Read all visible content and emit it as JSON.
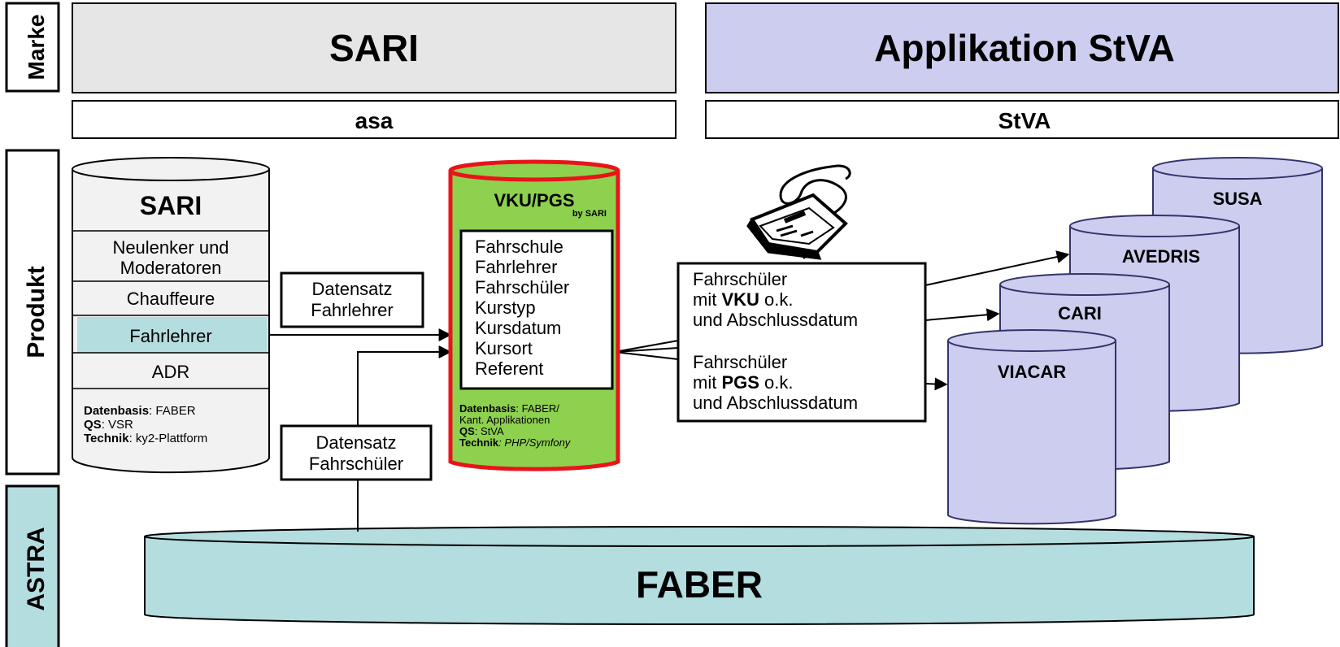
{
  "side_labels": {
    "marke": "Marke",
    "produkt": "Produkt",
    "astra": "ASTRA"
  },
  "header": {
    "sari_title": "SARI",
    "applikation_title": "Applikation StVA",
    "asa": "asa",
    "stva": "StVA"
  },
  "sari_db": {
    "title": "SARI",
    "rows": [
      "Neulenker und",
      "Moderatoren",
      "Chauffeure",
      "Fahrlehrer",
      "ADR"
    ],
    "info": [
      {
        "key": "Datenbasis",
        "val": ": FABER"
      },
      {
        "key": "QS",
        "val": ": VSR"
      },
      {
        "key": "Technik",
        "val": ": ky2-Plattform"
      }
    ]
  },
  "datensatz_fahrlehrer": [
    "Datensatz",
    "Fahrlehrer"
  ],
  "datensatz_fahrschueler": [
    "Datensatz",
    "Fahrschüler"
  ],
  "vku": {
    "title": "VKU/PGS",
    "subtitle": "by SARI",
    "fields": [
      "Fahrschule",
      "Fahrlehrer",
      "Fahrschüler",
      "Kurstyp",
      "Kursdatum",
      "Kursort",
      "Referent"
    ],
    "info": [
      {
        "key": "Datenbasis",
        "val": ": FABER/"
      },
      {
        "key": "",
        "val": "Kant. Applikationen"
      },
      {
        "key": "QS",
        "val": ": StVA"
      },
      {
        "key": "Technik",
        "val": ": PHP/Symfony"
      }
    ]
  },
  "output_box": {
    "line1": "Fahrschüler",
    "line2_pre": "mit ",
    "line2_bold": "VKU",
    "line2_post": " o.k.",
    "line3": "und Abschlussdatum",
    "line4": "Fahrschüler",
    "line5_pre": "mit ",
    "line5_bold": "PGS",
    "line5_post": " o.k.",
    "line6": "und Abschlussdatum"
  },
  "stva_dbs": [
    "SUSA",
    "AVEDRIS",
    "CARI",
    "VIACAR"
  ],
  "faber": "FABER",
  "colors": {
    "header_gray": "#e6e6e6",
    "header_lavender": "#cdcdef",
    "db_lavender": "#cdcdef",
    "vku_green": "#8ed14f",
    "vku_red": "#e8141a",
    "faber_teal": "#b4dde0",
    "fahrlehrer_highlight": "#b4dde0"
  },
  "icons": [
    "fax-machine-icon"
  ]
}
